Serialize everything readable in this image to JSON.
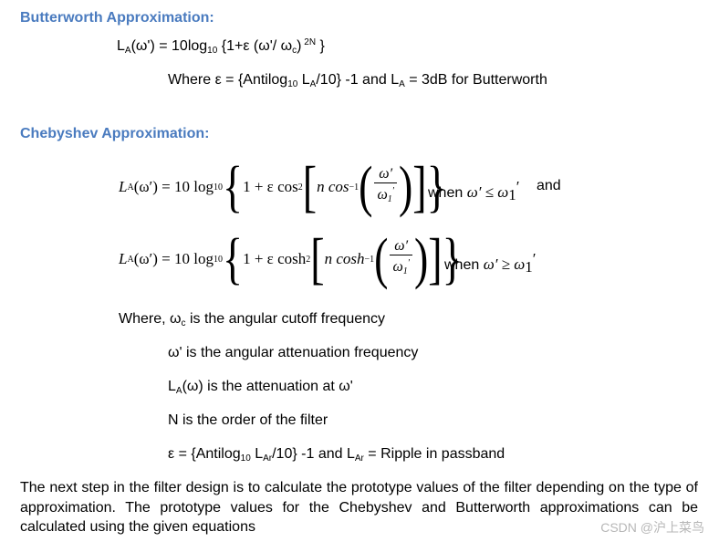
{
  "butterworth": {
    "heading": "Butterworth Approximation:",
    "formula_lhs": "L",
    "formula_lhs_sub": "A",
    "formula_rest1": "(ω') = 10log",
    "formula_log_sub": "10",
    "formula_rest2": " {1+ε (ω'/ ω",
    "formula_c_sub": "c",
    "formula_rest3": ")",
    "formula_exp": " 2N",
    "formula_end": " }",
    "where_prefix": "Where ε = {Antilog",
    "where_sub1": "10",
    "where_mid1": " L",
    "where_sub2": "A",
    "where_mid2": "/10} -1 and L",
    "where_sub3": "A",
    "where_end": " = 3dB for Butterworth"
  },
  "chebyshev": {
    "heading": "Chebyshev Approximation:",
    "eq1": {
      "lhs": "L",
      "lhs_sub": "A",
      "arg": "(ω′) = 10 log",
      "log_sub": "10",
      "body": "1 + ε cos",
      "pow": "2",
      "inner": "n cos",
      "inv": "−1",
      "frac_num": "ω′",
      "frac_den": "ω",
      "frac_den_sub": "1",
      "frac_den_prime": "′",
      "condition": "when ",
      "cond_math": "ω′ ≤ ω",
      "cond_sub": "1",
      "cond_prime": "′",
      "tail": "and"
    },
    "eq2": {
      "lhs": "L",
      "lhs_sub": "A",
      "arg": "(ω′) = 10 log",
      "log_sub": "10",
      "body": "1 + ε cosh",
      "pow": "2",
      "inner": "n cosh",
      "inv": "−1",
      "frac_num": "ω′",
      "frac_den": "ω",
      "frac_den_sub": "1",
      "frac_den_prime": "′",
      "condition": "when ",
      "cond_math": "ω′ ≥ ω",
      "cond_sub": "1",
      "cond_prime": "′"
    }
  },
  "where_list": {
    "line1_prefix": "Where, ω",
    "line1_sub": "c",
    "line1_rest": " is the angular cutoff frequency",
    "line2": "ω' is the angular attenuation frequency",
    "line3_prefix": "L",
    "line3_sub": "A",
    "line3_rest": "(ω) is the attenuation at ω'",
    "line4": "N is the order of the filter",
    "line5_prefix": "ε = {Antilog",
    "line5_sub1": "10",
    "line5_mid": " L",
    "line5_sub2": "Ar",
    "line5_mid2": "/10} -1 and L",
    "line5_sub3": "Ar",
    "line5_end": " = Ripple in passband"
  },
  "paragraph": "The next step in the filter design is to calculate the prototype values of the filter depending on the type of approximation. The prototype values for the Chebyshev and Butterworth approximations can be calculated using the given equations",
  "watermark": "CSDN @沪上菜鸟"
}
